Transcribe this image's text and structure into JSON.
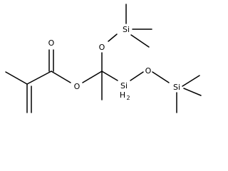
{
  "molecule": {
    "atoms": {
      "o_carbonyl": "O",
      "o_ester": "O",
      "o_upper": "O",
      "si_upper": "Si",
      "si_lower_element": "Si",
      "si_lower_hydrogen": "H",
      "si_lower_hcount": "2",
      "o_lower": "O",
      "si_right": "Si"
    }
  }
}
